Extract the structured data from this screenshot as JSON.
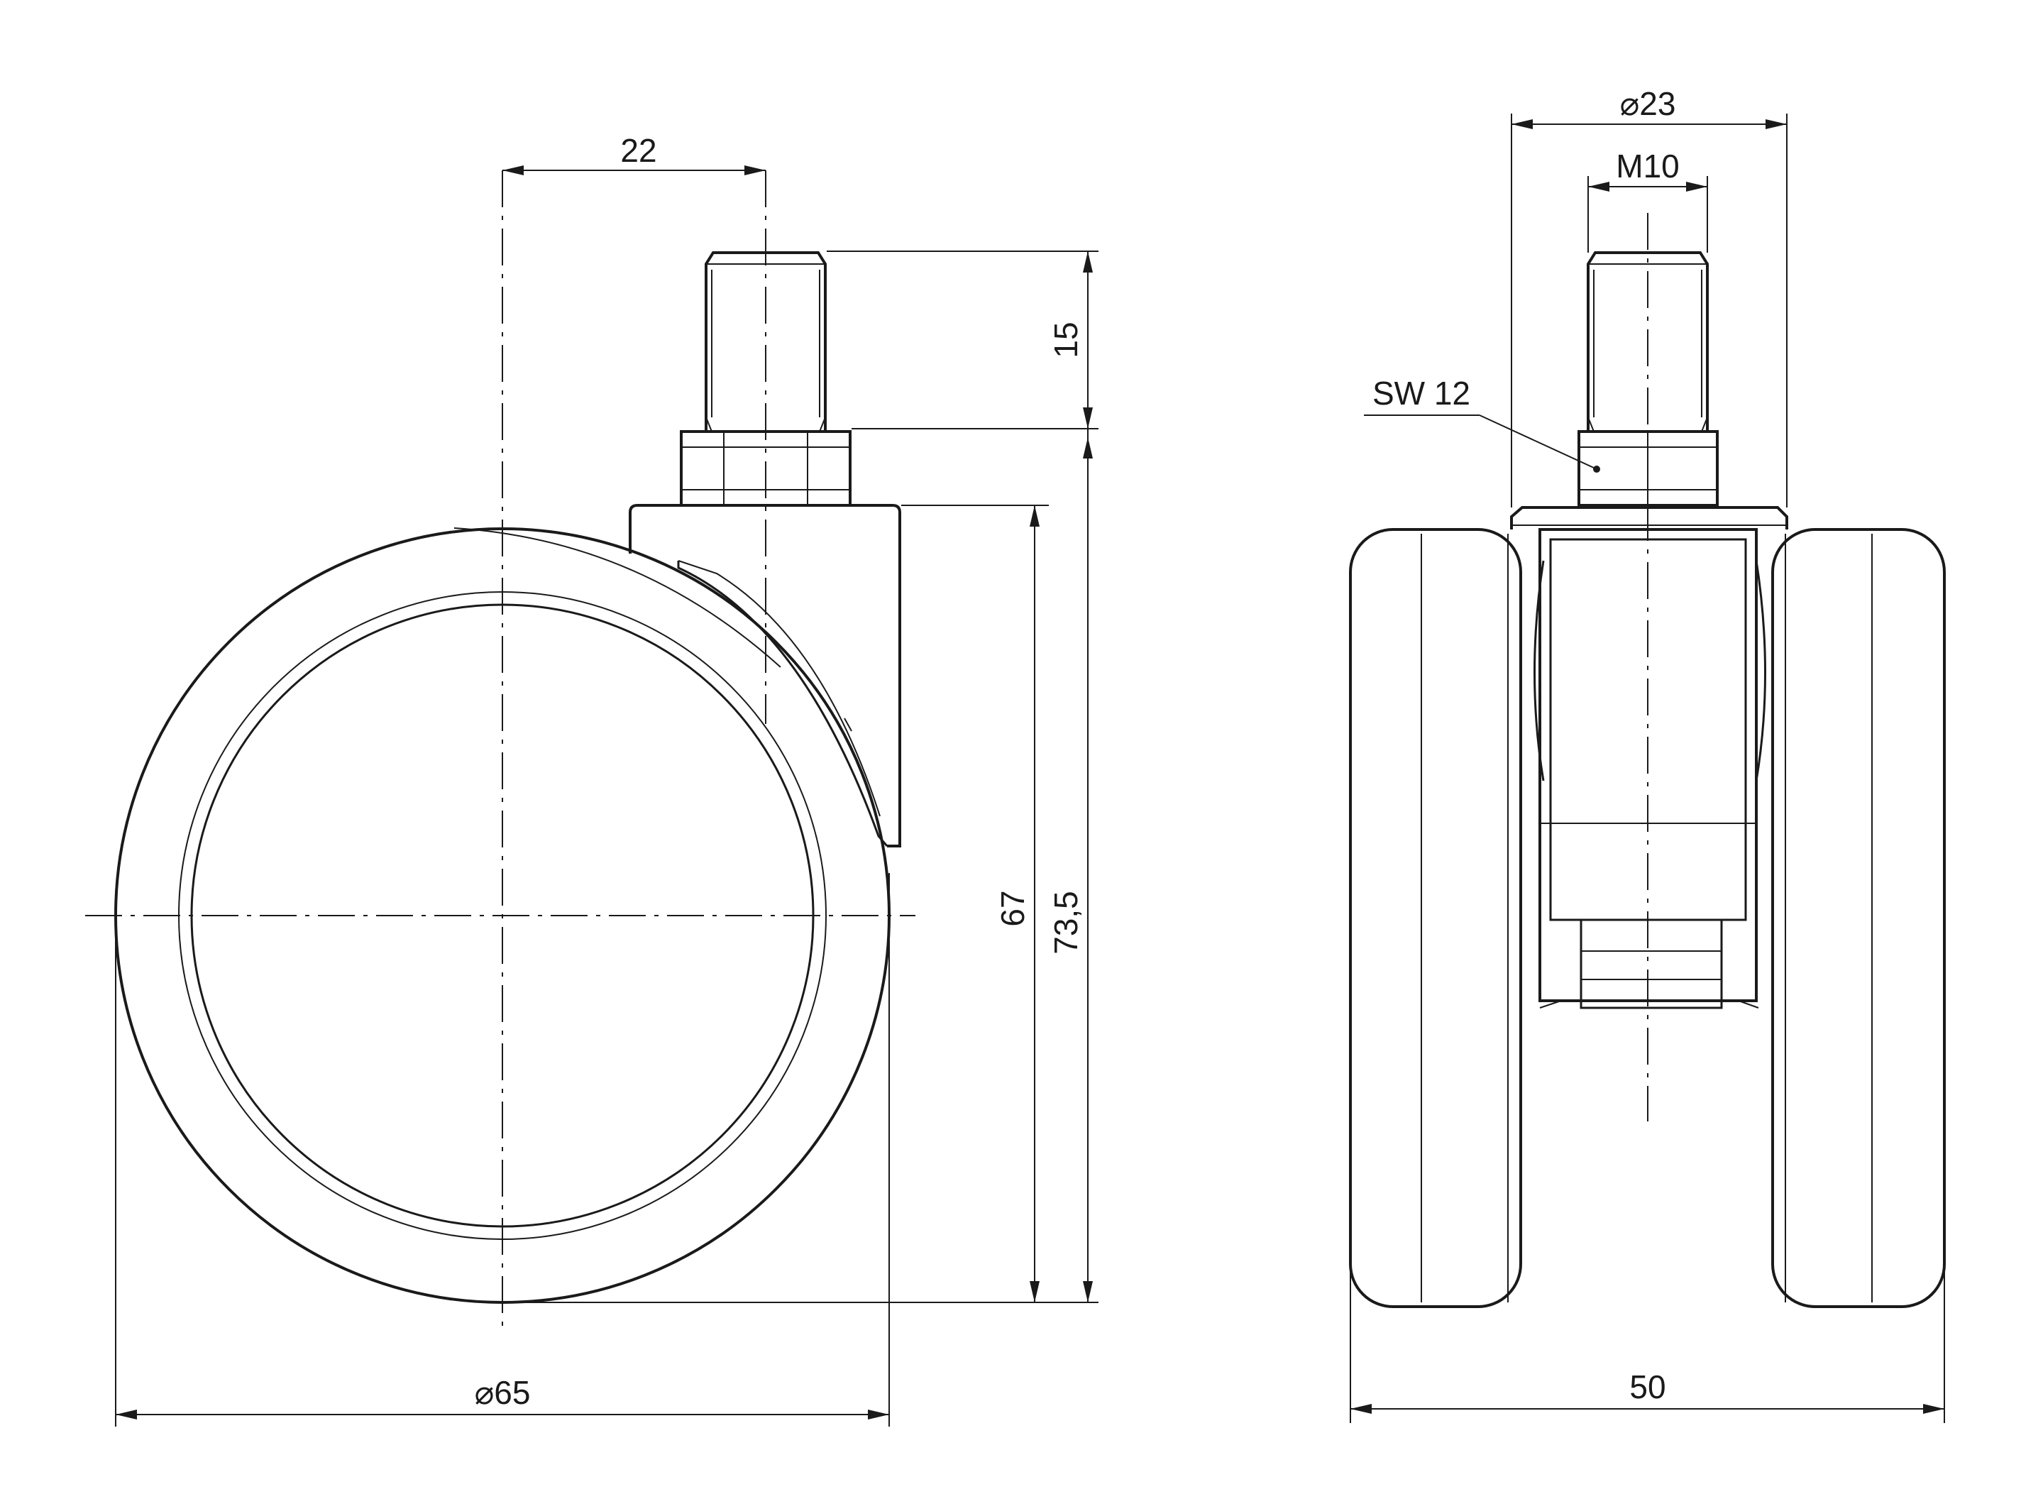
{
  "side_view": {
    "dim_offset": "22",
    "dim_stem_length": "15",
    "dim_height_body": "67",
    "dim_height_total": "73,5",
    "dim_wheel_diameter": "⌀65"
  },
  "front_view": {
    "dim_diameter": "⌀23",
    "dim_thread": "M10",
    "dim_hex": "SW 12",
    "dim_width": "50"
  }
}
